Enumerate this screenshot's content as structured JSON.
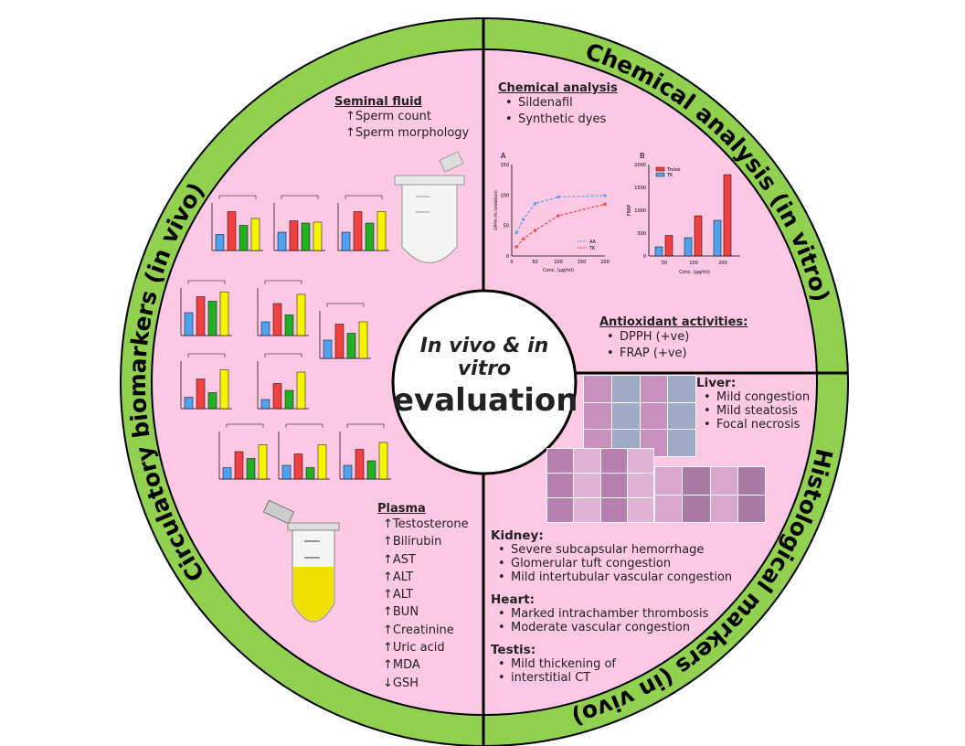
{
  "ring_labels": {
    "left": "Circulatory biomarkers (in vivo)",
    "top_right": "Chemical analysis (in vitro)",
    "bottom_right": "Histological markers (in vivo)"
  },
  "center": {
    "line1": "In vivo & in vitro",
    "line2": "evaluation"
  },
  "seminal": {
    "title": "Seminal fluid",
    "items": [
      "↑Sperm count",
      "↑Sperm morphology"
    ]
  },
  "plasma": {
    "title": "Plasma",
    "items": [
      "↑Testosterone",
      "↑Bilirubin",
      "↑AST",
      "↑ALT",
      "↑ALT",
      "↑BUN",
      "↑Creatinine",
      "↑Uric acid",
      "↑MDA",
      "↓GSH"
    ]
  },
  "chemical": {
    "title": "Chemical analysis",
    "items": [
      "Sildenafil",
      "Synthetic dyes"
    ]
  },
  "antioxidant": {
    "title": "Antioxidant activities:",
    "items": [
      "DPPH  (+ve)",
      "FRAP (+ve)"
    ]
  },
  "liver": {
    "title": "Liver:",
    "items": [
      "Mild congestion",
      "Mild steatosis",
      "Focal necrosis"
    ]
  },
  "kidney": {
    "title": "Kidney:",
    "items": [
      "Severe subcapsular hemorrhage",
      "Glomerular tuft congestion",
      "Mild intertubular vascular congestion"
    ]
  },
  "heart": {
    "title": "Heart:",
    "items": [
      "Marked intrachamber thrombosis",
      "Moderate vascular congestion"
    ]
  },
  "testis": {
    "title": "Testis:",
    "items": [
      "Mild thickening of",
      "interstitial CT"
    ]
  },
  "colors": {
    "ring": "#92d050",
    "pink": "#fcc8e4",
    "blue": "#4da3f0",
    "red": "#f04040",
    "green": "#22b022",
    "yellow": "#f5f500"
  },
  "chart_data": [
    {
      "type": "line",
      "panel": "A",
      "xlabel": "Conc. (µg/ml)",
      "ylabel": "DPPH (% inhibition)",
      "xlim": [
        0,
        200
      ],
      "ylim": [
        0,
        150
      ],
      "xticks": [
        0,
        50,
        100,
        150,
        200
      ],
      "yticks": [
        0,
        50,
        100,
        150
      ],
      "series": [
        {
          "name": "AA",
          "color": "#4da3f0",
          "x": [
            10,
            25,
            50,
            100,
            200
          ],
          "y": [
            38,
            60,
            86,
            97,
            99
          ]
        },
        {
          "name": "TK",
          "color": "#f04040",
          "x": [
            10,
            25,
            50,
            100,
            200
          ],
          "y": [
            15,
            28,
            42,
            66,
            85
          ]
        }
      ]
    },
    {
      "type": "bar",
      "panel": "B",
      "xlabel": "Conc. (µg/ml)",
      "ylabel": "FRAP",
      "ylim": [
        0,
        2000
      ],
      "yticks": [
        0,
        500,
        1000,
        1500,
        2000
      ],
      "categories": [
        "50",
        "100",
        "200"
      ],
      "series": [
        {
          "name": "TK",
          "color": "#4da3f0",
          "values": [
            200,
            400,
            780
          ]
        },
        {
          "name": "Trolox",
          "color": "#f04040",
          "values": [
            450,
            880,
            1780
          ]
        }
      ]
    }
  ],
  "mini_charts": [
    [
      35,
      85,
      55,
      70
    ],
    [
      40,
      65,
      60,
      62
    ],
    [
      40,
      85,
      60,
      85
    ],
    [
      50,
      85,
      75,
      95
    ],
    [
      30,
      70,
      45,
      90
    ],
    [
      40,
      75,
      55,
      80
    ],
    [
      25,
      65,
      35,
      85
    ],
    [
      20,
      55,
      40,
      80
    ],
    [
      25,
      60,
      45,
      75
    ],
    [
      30,
      55,
      25,
      75
    ],
    [
      30,
      65,
      40,
      80
    ]
  ]
}
